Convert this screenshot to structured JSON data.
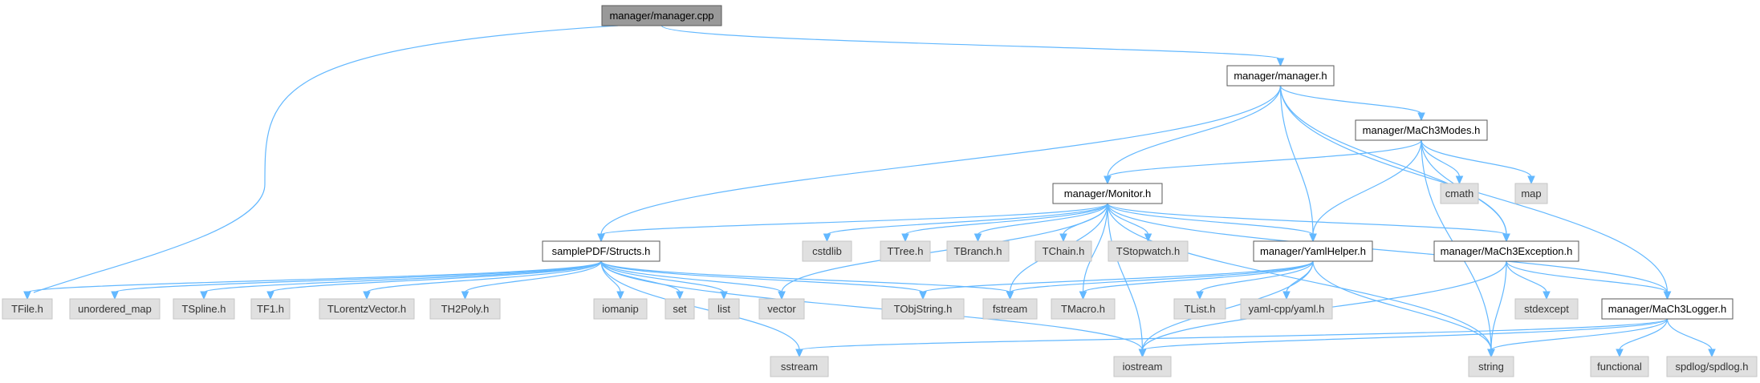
{
  "colors": {
    "edge": "#63b8ff",
    "root_fill": "#999999",
    "internal_fill": "#ffffff",
    "external_fill": "#e0e0e0"
  },
  "nodes": [
    {
      "id": "root",
      "label": "manager/manager.cpp",
      "kind": "root"
    },
    {
      "id": "manager_h",
      "label": "manager/manager.h",
      "kind": "internal"
    },
    {
      "id": "modes_h",
      "label": "manager/MaCh3Modes.h",
      "kind": "internal"
    },
    {
      "id": "monitor_h",
      "label": "manager/Monitor.h",
      "kind": "internal"
    },
    {
      "id": "structs_h",
      "label": "samplePDF/Structs.h",
      "kind": "internal"
    },
    {
      "id": "yaml_helper_h",
      "label": "manager/YamlHelper.h",
      "kind": "internal"
    },
    {
      "id": "exception_h",
      "label": "manager/MaCh3Exception.h",
      "kind": "internal"
    },
    {
      "id": "logger_h",
      "label": "manager/MaCh3Logger.h",
      "kind": "internal"
    },
    {
      "id": "cmath",
      "label": "cmath",
      "kind": "external"
    },
    {
      "id": "map",
      "label": "map",
      "kind": "external"
    },
    {
      "id": "cstdlib",
      "label": "cstdlib",
      "kind": "external"
    },
    {
      "id": "ttree",
      "label": "TTree.h",
      "kind": "external"
    },
    {
      "id": "tbranch",
      "label": "TBranch.h",
      "kind": "external"
    },
    {
      "id": "tchain",
      "label": "TChain.h",
      "kind": "external"
    },
    {
      "id": "tstopwatch",
      "label": "TStopwatch.h",
      "kind": "external"
    },
    {
      "id": "tfile",
      "label": "TFile.h",
      "kind": "external"
    },
    {
      "id": "unordered_map",
      "label": "unordered_map",
      "kind": "external"
    },
    {
      "id": "tspline",
      "label": "TSpline.h",
      "kind": "external"
    },
    {
      "id": "tf1",
      "label": "TF1.h",
      "kind": "external"
    },
    {
      "id": "tlorentz",
      "label": "TLorentzVector.h",
      "kind": "external"
    },
    {
      "id": "th2poly",
      "label": "TH2Poly.h",
      "kind": "external"
    },
    {
      "id": "iomanip",
      "label": "iomanip",
      "kind": "external"
    },
    {
      "id": "set",
      "label": "set",
      "kind": "external"
    },
    {
      "id": "list",
      "label": "list",
      "kind": "external"
    },
    {
      "id": "vector",
      "label": "vector",
      "kind": "external"
    },
    {
      "id": "tobjstring",
      "label": "TObjString.h",
      "kind": "external"
    },
    {
      "id": "fstream",
      "label": "fstream",
      "kind": "external"
    },
    {
      "id": "tmacro",
      "label": "TMacro.h",
      "kind": "external"
    },
    {
      "id": "tlist",
      "label": "TList.h",
      "kind": "external"
    },
    {
      "id": "yamlcpp",
      "label": "yaml-cpp/yaml.h",
      "kind": "external"
    },
    {
      "id": "stdexcept",
      "label": "stdexcept",
      "kind": "external"
    },
    {
      "id": "sstream",
      "label": "sstream",
      "kind": "external"
    },
    {
      "id": "iostream",
      "label": "iostream",
      "kind": "external"
    },
    {
      "id": "string",
      "label": "string",
      "kind": "external"
    },
    {
      "id": "functional",
      "label": "functional",
      "kind": "external"
    },
    {
      "id": "spdlog",
      "label": "spdlog/spdlog.h",
      "kind": "external"
    }
  ],
  "edges": [
    [
      "root",
      "manager_h"
    ],
    [
      "root",
      "tfile"
    ],
    [
      "manager_h",
      "structs_h"
    ],
    [
      "manager_h",
      "monitor_h"
    ],
    [
      "manager_h",
      "yaml_helper_h"
    ],
    [
      "manager_h",
      "exception_h"
    ],
    [
      "manager_h",
      "modes_h"
    ],
    [
      "manager_h",
      "logger_h"
    ],
    [
      "modes_h",
      "monitor_h"
    ],
    [
      "modes_h",
      "yaml_helper_h"
    ],
    [
      "modes_h",
      "exception_h"
    ],
    [
      "modes_h",
      "cmath"
    ],
    [
      "modes_h",
      "map"
    ],
    [
      "modes_h",
      "string"
    ],
    [
      "monitor_h",
      "structs_h"
    ],
    [
      "monitor_h",
      "vector"
    ],
    [
      "monitor_h",
      "fstream"
    ],
    [
      "monitor_h",
      "iostream"
    ],
    [
      "monitor_h",
      "cstdlib"
    ],
    [
      "monitor_h",
      "ttree"
    ],
    [
      "monitor_h",
      "tbranch"
    ],
    [
      "monitor_h",
      "tchain"
    ],
    [
      "monitor_h",
      "tstopwatch"
    ],
    [
      "monitor_h",
      "yaml_helper_h"
    ],
    [
      "monitor_h",
      "exception_h"
    ],
    [
      "monitor_h",
      "logger_h"
    ],
    [
      "monitor_h",
      "tmacro"
    ],
    [
      "monitor_h",
      "string"
    ],
    [
      "structs_h",
      "tfile"
    ],
    [
      "structs_h",
      "unordered_map"
    ],
    [
      "structs_h",
      "tspline"
    ],
    [
      "structs_h",
      "tf1"
    ],
    [
      "structs_h",
      "tlorentz"
    ],
    [
      "structs_h",
      "th2poly"
    ],
    [
      "structs_h",
      "iomanip"
    ],
    [
      "structs_h",
      "set"
    ],
    [
      "structs_h",
      "list"
    ],
    [
      "structs_h",
      "vector"
    ],
    [
      "structs_h",
      "tobjstring"
    ],
    [
      "structs_h",
      "fstream"
    ],
    [
      "structs_h",
      "sstream"
    ],
    [
      "structs_h",
      "iostream"
    ],
    [
      "yaml_helper_h",
      "tobjstring"
    ],
    [
      "yaml_helper_h",
      "fstream"
    ],
    [
      "yaml_helper_h",
      "tmacro"
    ],
    [
      "yaml_helper_h",
      "tlist"
    ],
    [
      "yaml_helper_h",
      "yamlcpp"
    ],
    [
      "yaml_helper_h",
      "iostream"
    ],
    [
      "yaml_helper_h",
      "string"
    ],
    [
      "exception_h",
      "stdexcept"
    ],
    [
      "exception_h",
      "string"
    ],
    [
      "exception_h",
      "iostream"
    ],
    [
      "exception_h",
      "logger_h"
    ],
    [
      "logger_h",
      "sstream"
    ],
    [
      "logger_h",
      "iostream"
    ],
    [
      "logger_h",
      "string"
    ],
    [
      "logger_h",
      "functional"
    ],
    [
      "logger_h",
      "spdlog"
    ]
  ]
}
